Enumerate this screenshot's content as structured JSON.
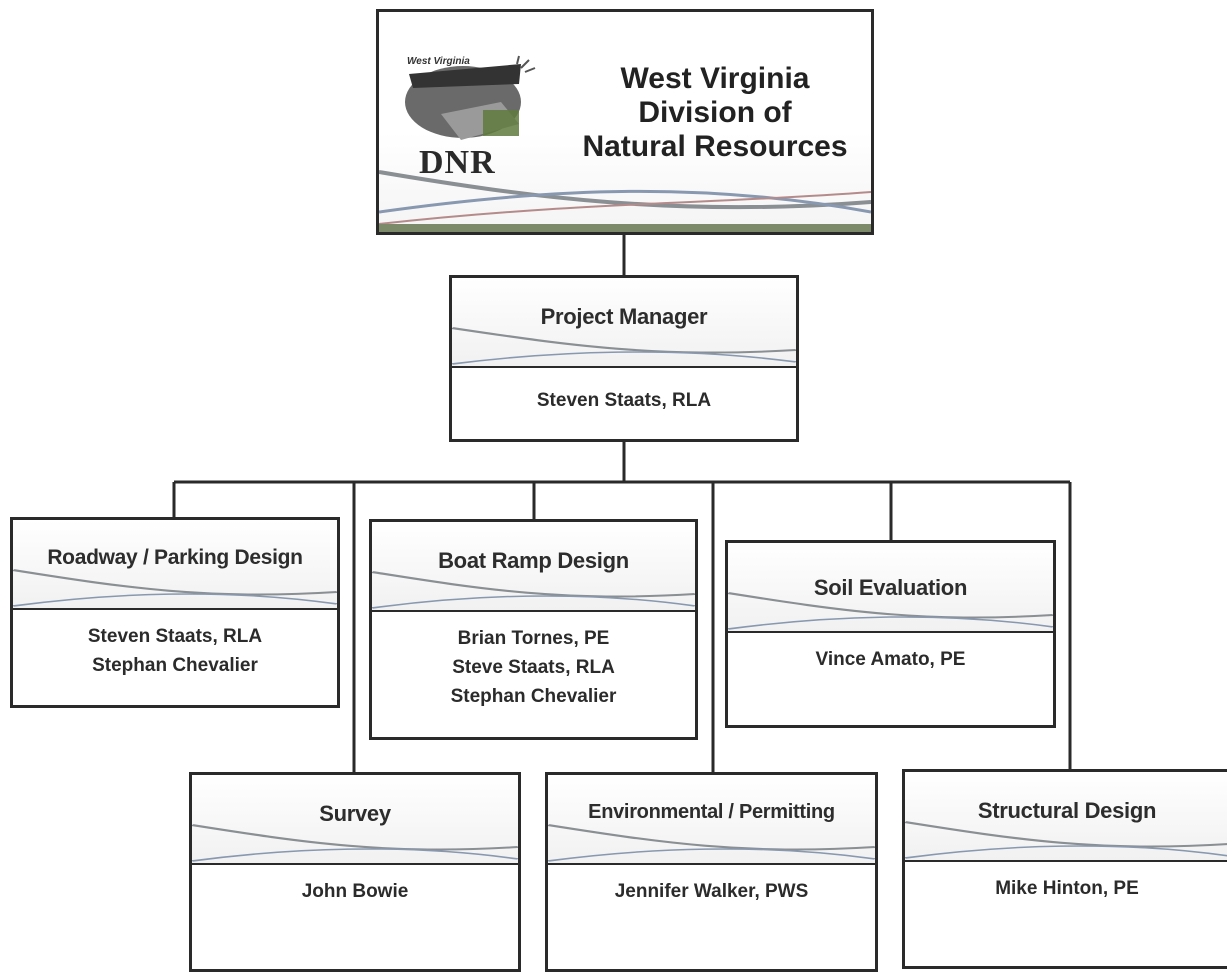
{
  "agency": {
    "logo_text": "West Virginia",
    "logo_abbrev": "DNR",
    "title_lines": [
      "West Virginia",
      "Division of",
      "Natural Resources"
    ]
  },
  "project_manager": {
    "title": "Project Manager",
    "members": [
      "Steven Staats, RLA"
    ]
  },
  "teams": [
    {
      "id": "roadway",
      "title": "Roadway / Parking Design",
      "members": [
        "Steven Staats, RLA",
        "Stephan Chevalier"
      ]
    },
    {
      "id": "boat-ramp",
      "title": "Boat Ramp Design",
      "members": [
        "Brian Tornes, PE",
        "Steve Staats, RLA",
        "Stephan Chevalier"
      ]
    },
    {
      "id": "soil",
      "title": "Soil Evaluation",
      "members": [
        "Vince Amato, PE"
      ]
    },
    {
      "id": "survey",
      "title": "Survey",
      "members": [
        "John Bowie"
      ]
    },
    {
      "id": "environmental",
      "title": "Environmental / Permitting",
      "members": [
        "Jennifer Walker, PWS"
      ]
    },
    {
      "id": "structural",
      "title": "Structural Design",
      "members": [
        "Mike Hinton, PE"
      ]
    }
  ],
  "colors": {
    "line": "#2a2a2a",
    "swoosh_gray": "#8a8f93",
    "swoosh_blue": "#8898b0",
    "swoosh_red": "#b58a8a",
    "logo_green": "#5f7a3e"
  }
}
